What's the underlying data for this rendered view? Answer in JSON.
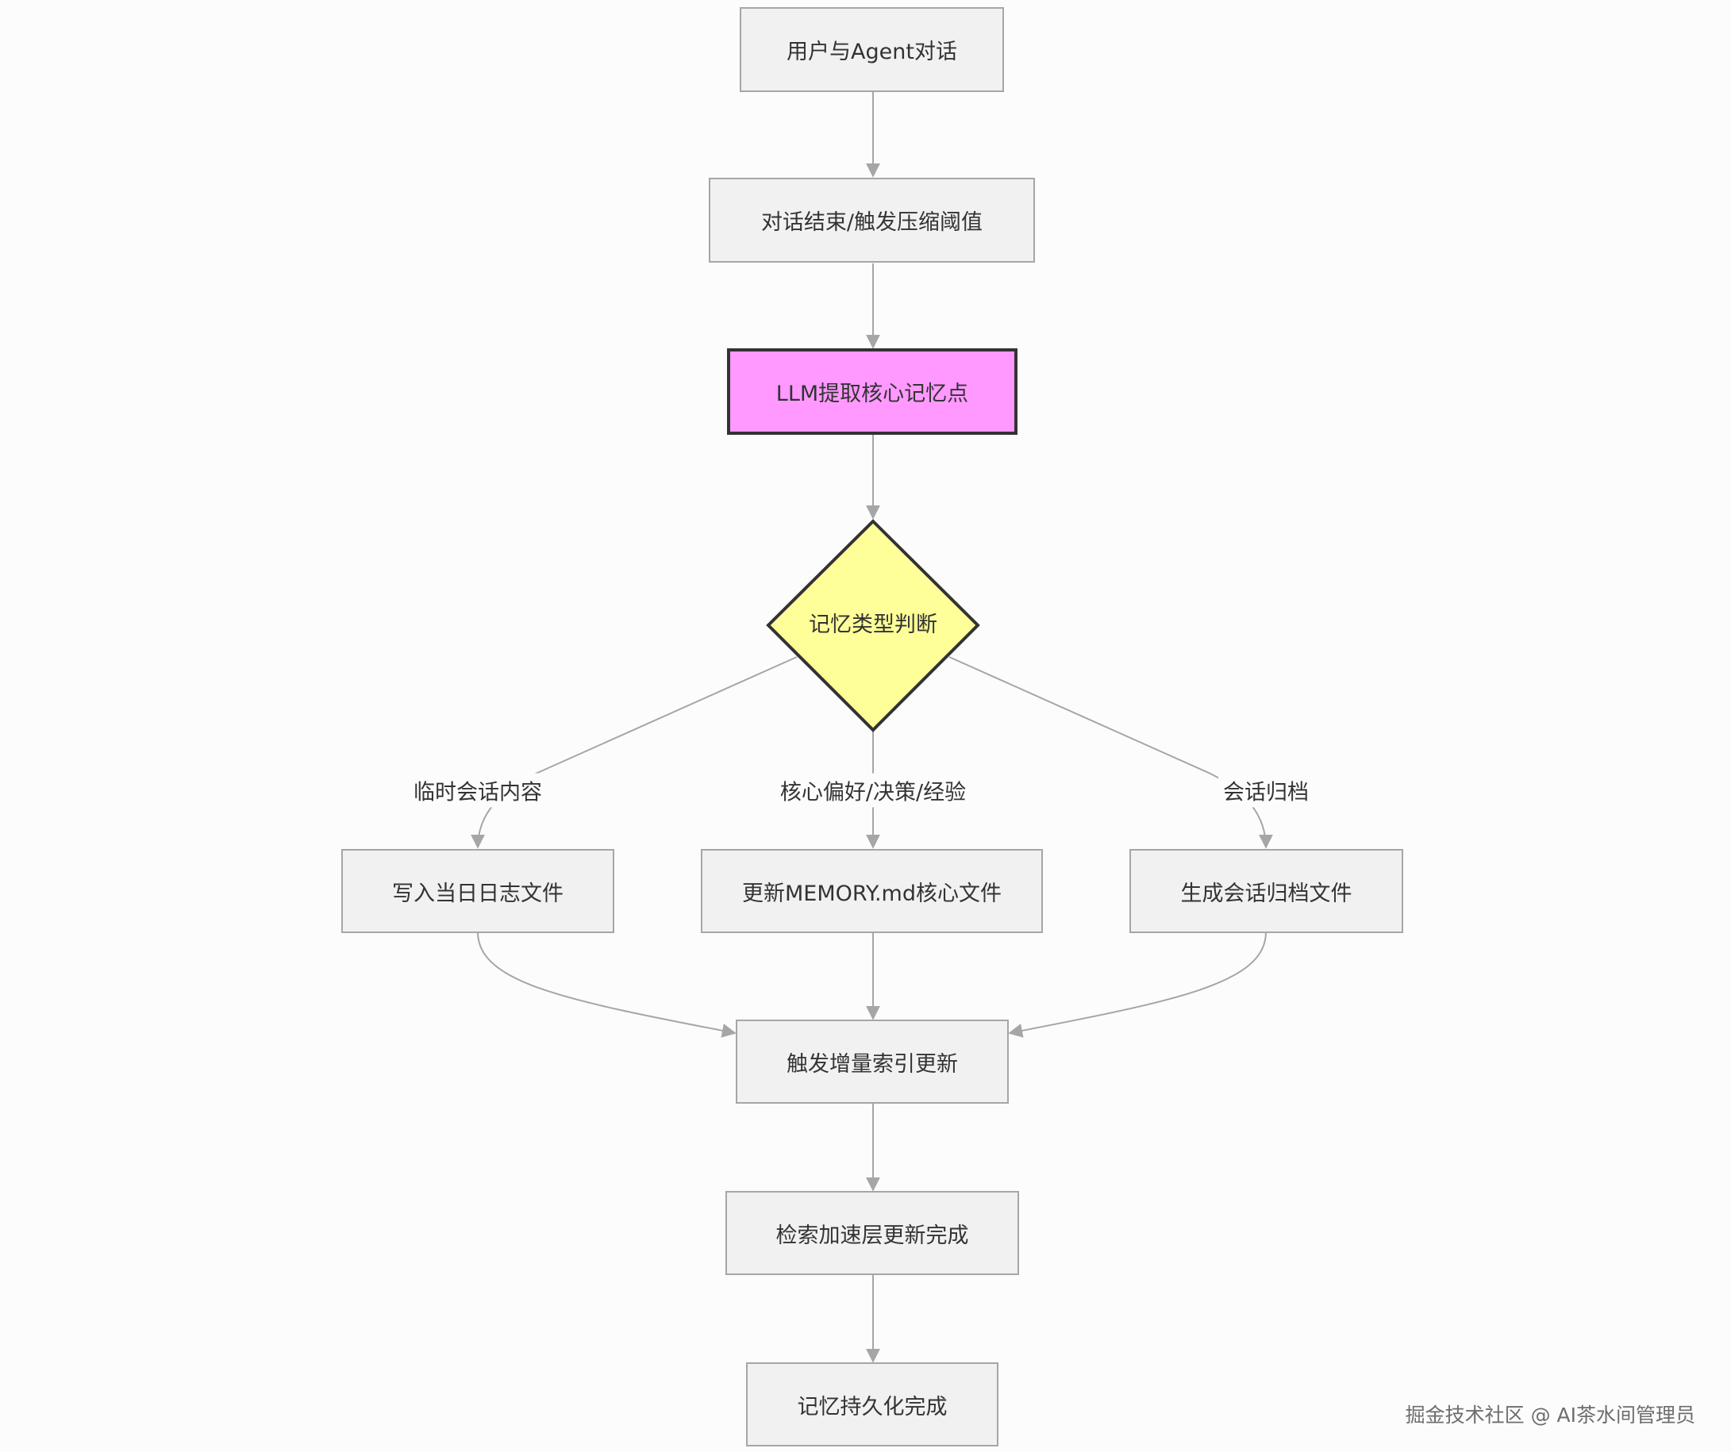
{
  "nodes": {
    "start": "用户与Agent对话",
    "trigger": "对话结束/触发压缩阈值",
    "extract": "LLM提取核心记忆点",
    "decision": "记忆类型判断",
    "daily_log": "写入当日日志文件",
    "memory_md": "更新MEMORY.md核心文件",
    "archive": "生成会话归档文件",
    "index_update": "触发增量索引更新",
    "retrieval_done": "检索加速层更新完成",
    "persist_done": "记忆持久化完成"
  },
  "edge_labels": {
    "temp_session": "临时会话内容",
    "core_prefs": "核心偏好/决策/经验",
    "session_archive": "会话归档"
  },
  "colors": {
    "node_fill": "#f1f1f1",
    "node_border": "#a6a6a6",
    "highlight_fill": "#ff99ff",
    "decision_fill": "#ffff99",
    "edge": "#a6a6a6",
    "text": "#333333"
  },
  "watermark": "掘金技术社区 @ AI茶水间管理员"
}
